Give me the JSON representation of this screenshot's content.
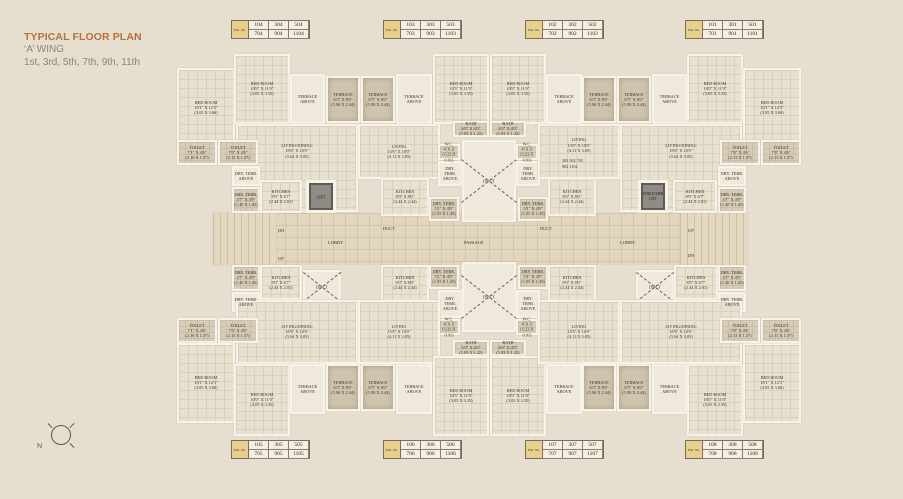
{
  "header": {
    "title": "TYPICAL FLOOR PLAN",
    "wing": "‘A’ WING",
    "floors": "1st, 3rd, 5th, 7th, 9th, 11th"
  },
  "flat_tables": {
    "label": "Flat. No.",
    "top": [
      {
        "row1": [
          "104",
          "304",
          "504"
        ],
        "row2": [
          "704",
          "904",
          "1104"
        ]
      },
      {
        "row1": [
          "103",
          "303",
          "503"
        ],
        "row2": [
          "703",
          "903",
          "1103"
        ]
      },
      {
        "row1": [
          "102",
          "302",
          "502"
        ],
        "row2": [
          "702",
          "902",
          "1102"
        ]
      },
      {
        "row1": [
          "101",
          "301",
          "501"
        ],
        "row2": [
          "701",
          "901",
          "1101"
        ]
      }
    ],
    "bottom": [
      {
        "row1": [
          "105",
          "305",
          "505"
        ],
        "row2": [
          "705",
          "905",
          "1105"
        ]
      },
      {
        "row1": [
          "106",
          "306",
          "506"
        ],
        "row2": [
          "706",
          "906",
          "1106"
        ]
      },
      {
        "row1": [
          "107",
          "307",
          "507"
        ],
        "row2": [
          "707",
          "907",
          "1107"
        ]
      },
      {
        "row1": [
          "108",
          "308",
          "508"
        ],
        "row2": [
          "708",
          "908",
          "1108"
        ]
      }
    ]
  },
  "rooms": {
    "bed_room_10_17": {
      "name": "BED ROOM",
      "dim": "10'1\" X 12'3\"",
      "metric": "(3.05 X 3.66)"
    },
    "bed_room_10_11": {
      "name": "BED ROOM",
      "dim": "10'0\" X 11'0\"",
      "metric": "(3.05 X 3.35)"
    },
    "bed_room_c1": {
      "name": "BED ROOM",
      "dim": "10'3\" X 11'0\"",
      "metric": "(3.05 X 3.35)"
    },
    "bed_room_c2": {
      "name": "BED ROOM",
      "dim": "10'0\" X 11'0\"",
      "metric": "(3.05 X 3.35)"
    },
    "terrace_above": {
      "name": "TERRACE",
      "dim": "ABOVE"
    },
    "terrace": {
      "name": "TERRACE",
      "dim": "6'3\" X 8'0\"",
      "metric": "(1.90 X 2.44)"
    },
    "living_dining": {
      "name": "LIVING/DINING",
      "dim": "18'6\" X 10'0\"",
      "metric": "(5.64 X 3.05)"
    },
    "living": {
      "name": "LIVING",
      "dim": "13'6\" X 10'0\"",
      "metric": "(4.11 X 3.05)"
    },
    "toilet_a": {
      "name": "TOILET",
      "dim": "7'1\" X 4'6\"",
      "metric": "(2.16 X 1.37)"
    },
    "toilet_b": {
      "name": "TOILET",
      "dim": "7'0\" X 4'6\"",
      "metric": "(2.13 X 1.37)"
    },
    "dry_terr_above": {
      "name": "DRY. TERR.",
      "dim": "ABOVE"
    },
    "dry_terr": {
      "name": "DRY. TERR.",
      "dim": "4'7\" X 4'9\"",
      "metric": "(1.40 X 1.45)"
    },
    "dry_terr_c": {
      "name": "DRY. TERR.",
      "dim": "5'1\" X 4'9\"",
      "metric": "(1.55 X 1.45)"
    },
    "kitchen_a": {
      "name": "KITCHEN",
      "dim": "8'0\" X 6'7\"",
      "metric": "(2.44 X 2.01)"
    },
    "kitchen_c": {
      "name": "KITCHEN",
      "dim": "8'0\" X 8'0\"",
      "metric": "(2.44 X 2.44)"
    },
    "bath": {
      "name": "BATH",
      "dim": "6'0\" X 4'0\"",
      "metric": "(1.83 X 1.22)"
    },
    "wc": {
      "name": "W.C.",
      "dim": "4' X 3'",
      "metric": "(1.22 X 0.91)"
    },
    "dry_terr_above_c": {
      "name": "DRY. TERR.",
      "dim": "ABOVE"
    },
    "lift": {
      "name": "LIFT"
    },
    "stretcher_lift": {
      "name": "STRETCHER LIFT"
    },
    "lobby": {
      "name": "LOBBY"
    },
    "passage": {
      "name": "PASSAGE"
    },
    "duct": {
      "name": "DUCT"
    },
    "up": "UP",
    "dn": "DN"
  },
  "living_flat_nos": {
    "row1": "302  502  702",
    "row2": "902  1102"
  },
  "compass": {
    "label": "N"
  }
}
